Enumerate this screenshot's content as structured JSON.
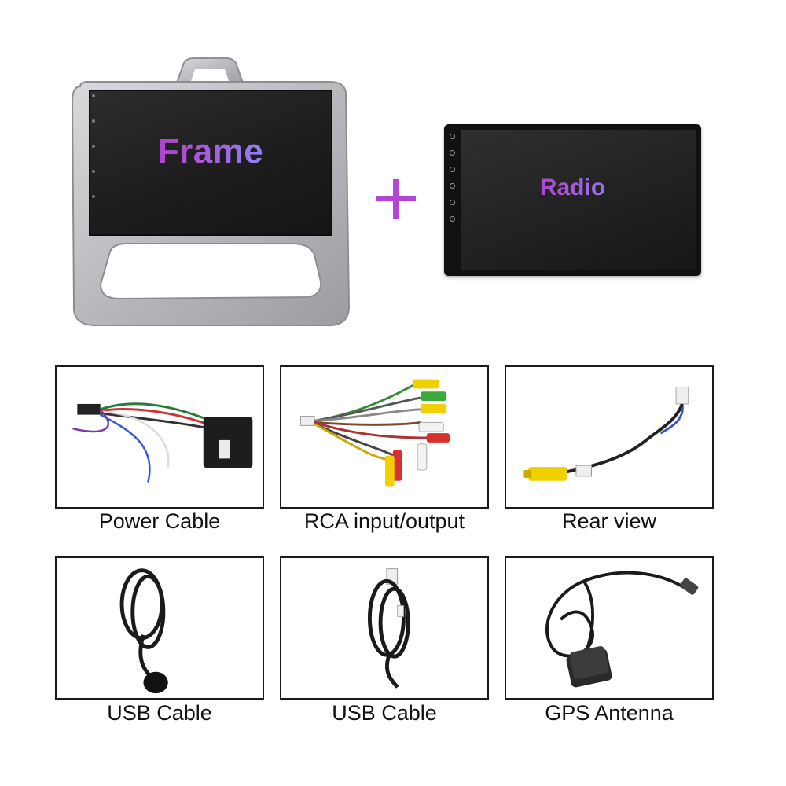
{
  "main_product": {
    "frame_label": "Frame",
    "plus_symbol": "+",
    "radio_label": "Radio"
  },
  "accessories": [
    {
      "caption": "Power Cable"
    },
    {
      "caption": "RCA input/output"
    },
    {
      "caption": "Rear view"
    },
    {
      "caption": "USB Cable"
    },
    {
      "caption": "USB Cable"
    },
    {
      "caption": "GPS Antenna"
    }
  ],
  "colors": {
    "label_gradient_start": "#9c2cc9",
    "label_gradient_end": "#6fb6f2",
    "plus": "#b346d8",
    "tile_border": "#1a1a1a"
  }
}
